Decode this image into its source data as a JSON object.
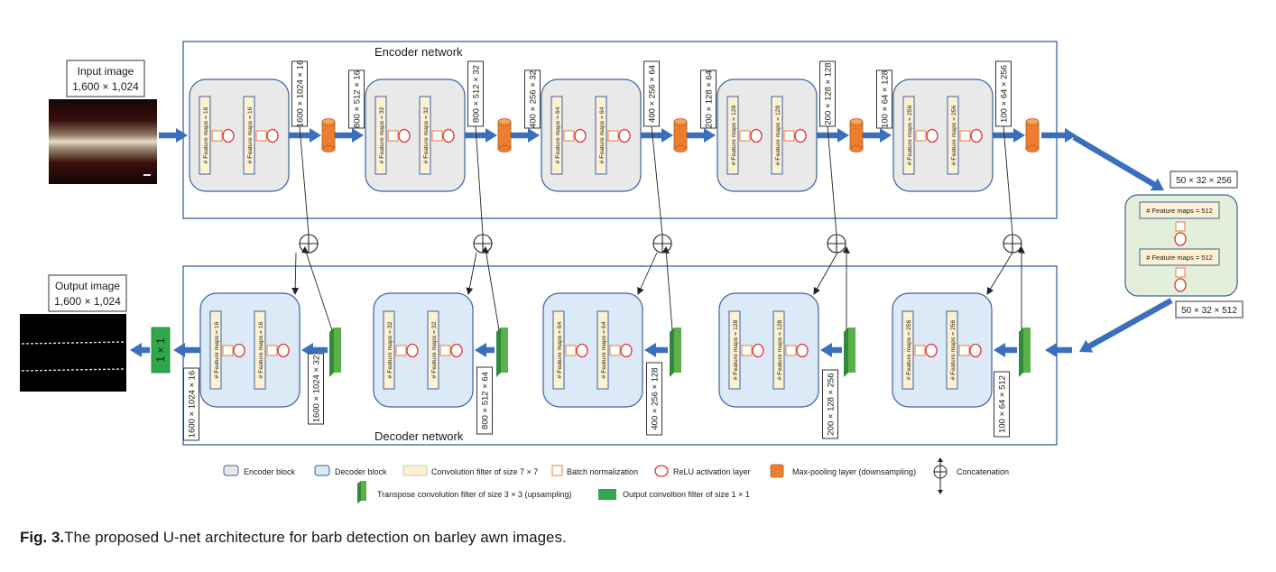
{
  "input": {
    "title": "Input image",
    "size": "1,600 × 1,024"
  },
  "output": {
    "title": "Output image",
    "size": "1,600 × 1,024"
  },
  "encoder_title": "Encoder network",
  "decoder_title": "Decoder network",
  "encoder_blocks": [
    {
      "fm": "# Feature maps = 16",
      "dim": "1600 × 1024 × 16",
      "pool_dim": "800 × 512 × 16"
    },
    {
      "fm": "# Feature maps = 32",
      "dim": "800 × 512 × 32",
      "pool_dim": "400 × 256 × 32"
    },
    {
      "fm": "# Feature maps = 64",
      "dim": "400 × 256 × 64",
      "pool_dim": "200 × 128 × 64"
    },
    {
      "fm": "# Feature maps = 128",
      "dim": "200 × 128 × 128",
      "pool_dim": "100 × 64 × 128"
    },
    {
      "fm": "# Feature maps = 256",
      "dim": "100 × 64 × 256",
      "pool_dim": ""
    }
  ],
  "bottleneck": {
    "fm1": "# Feature maps = 512",
    "fm2": "# Feature maps = 512",
    "in_dim": "50 × 32 × 256",
    "out_dim": "50 × 32 × 512"
  },
  "decoder_blocks": [
    {
      "fm": "# Feature maps = 16",
      "dim": "1600 × 1024 × 16",
      "tdim": "1600 × 1024 × 32"
    },
    {
      "fm": "# Feature maps = 32",
      "tdim": "800 × 512 × 64"
    },
    {
      "fm": "# Feature maps = 64",
      "tdim": "400 × 256 × 128"
    },
    {
      "fm": "# Feature maps = 128",
      "tdim": "200 × 128 × 256"
    },
    {
      "fm": "# Feature maps = 256",
      "tdim": "100 × 64 × 512"
    }
  ],
  "output_filter": "1 × 1",
  "legend": {
    "encoder_block": "Encoder block",
    "decoder_block": "Decoder block",
    "conv": "Convolution filter of size 7 × 7",
    "batchnorm": "Batch normalization",
    "relu": "ReLU activation layer",
    "maxpool": "Max-pooling layer (downsampling)",
    "concat": "Concatenation",
    "transpose": "Transpose convolution filter of size 3 × 3 (upsampling)",
    "output_conv": "Output convoltion filter of size 1 × 1"
  },
  "caption": {
    "fig": "Fig. 3.",
    "text": "The proposed U-net architecture for barb detection on barley awn images."
  },
  "colors": {
    "encoder_fill": "#e9e9e9",
    "decoder_fill": "#dce9f6",
    "bottleneck_fill": "#e3efd9",
    "conv_fill": "#fcf1d2",
    "batchnorm": "#ed7d31",
    "relu": "#e03030",
    "maxpool": "#ed7d31",
    "transpose": "#5bb04a",
    "arrow": "#3a6fbd",
    "network_border": "#3a62a0"
  }
}
